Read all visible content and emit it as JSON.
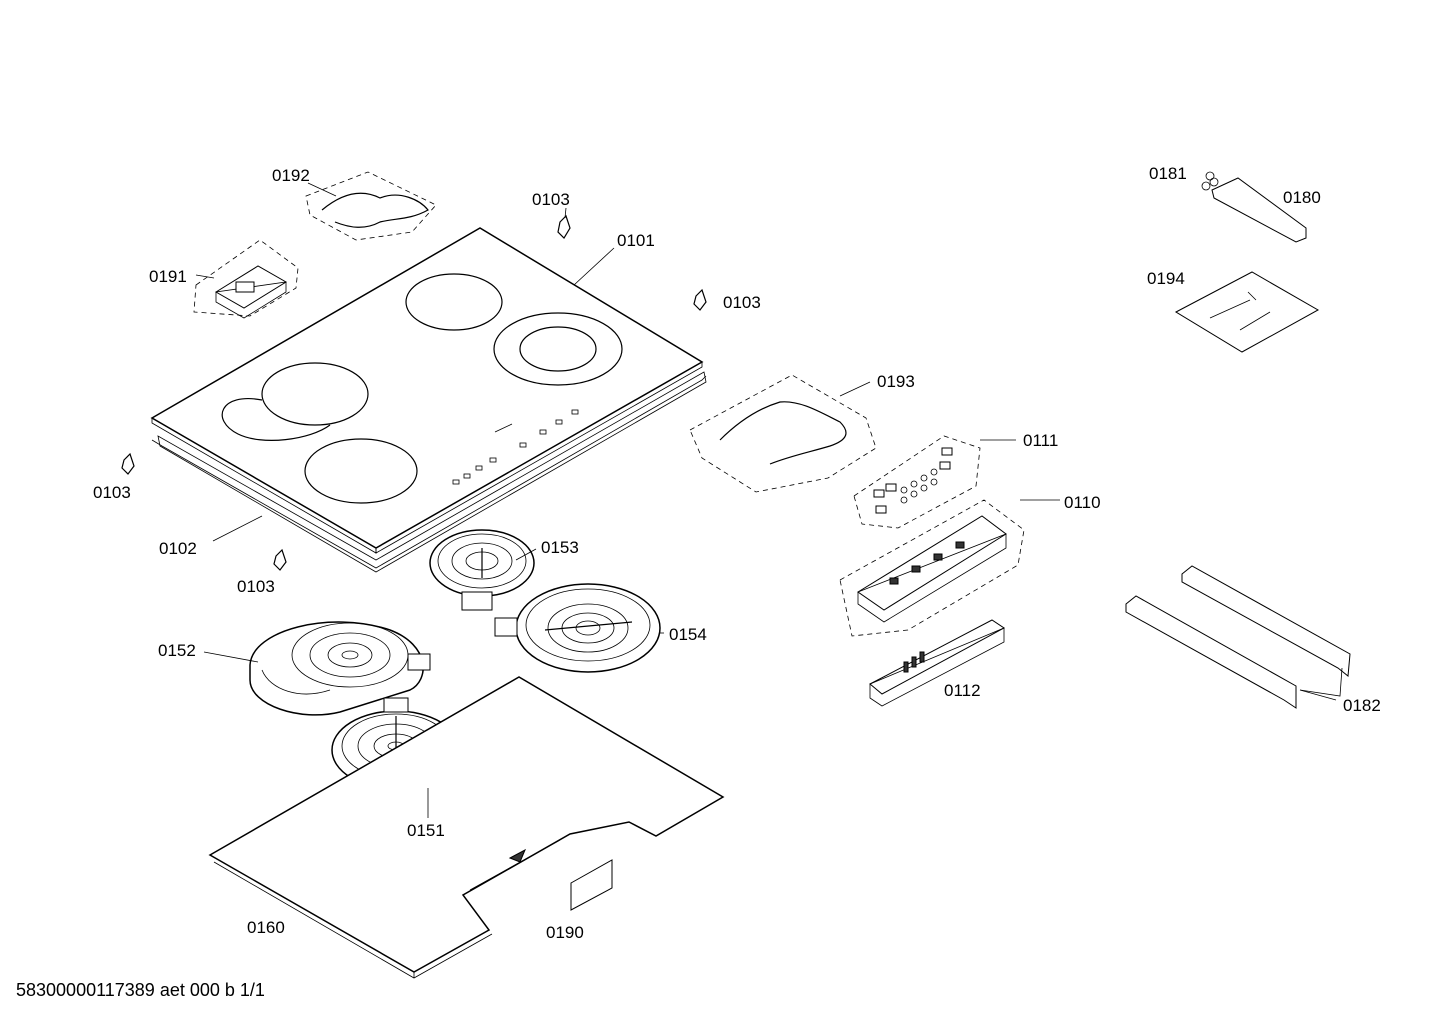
{
  "labels": {
    "p0192": "0192",
    "p0103a": "0103",
    "p0101": "0101",
    "p0191": "0191",
    "p0103b": "0103",
    "p0193": "0193",
    "p0111": "0111",
    "p0103c": "0103",
    "p0110": "0110",
    "p0102": "0102",
    "p0153": "0153",
    "p0103d": "0103",
    "p0152": "0152",
    "p0154": "0154",
    "p0112": "0112",
    "p0151": "0151",
    "p0160": "0160",
    "p0190": "0190",
    "p0181": "0181",
    "p0180": "0180",
    "p0194": "0194",
    "p0182": "0182"
  },
  "footer": "58300000117389 aet 000 b 1/1"
}
